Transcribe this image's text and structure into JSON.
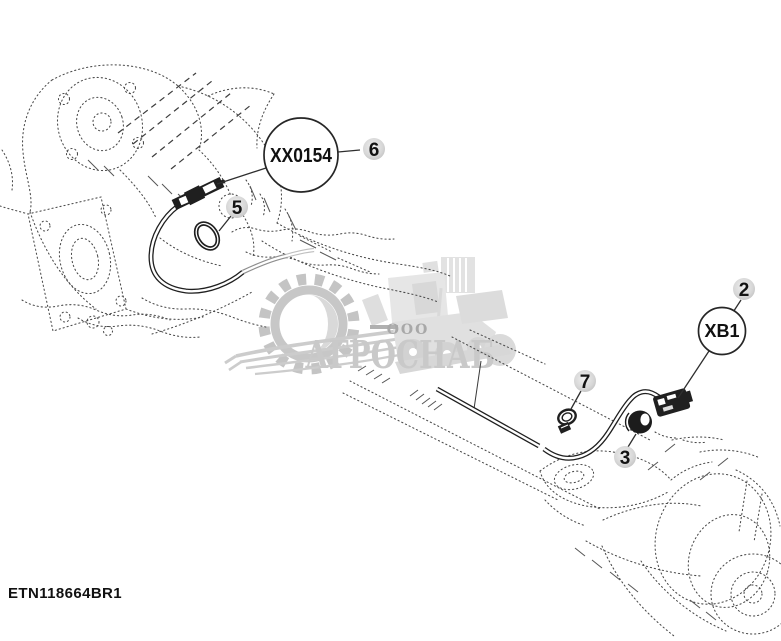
{
  "page": {
    "background_color": "#ffffff",
    "drawing_number": "ETN118664BR1"
  },
  "diagram": {
    "type": "exploded-parts-diagram",
    "line_color": "#1f1f1f",
    "phantom_line_color": "#4a4a4a",
    "callout_circles": {
      "left": {
        "label": "XX0154",
        "item_ref": "6"
      },
      "right": {
        "label": "XB1",
        "item_ref": "2"
      }
    },
    "item_numbers": {
      "item2": "2",
      "item3": "3",
      "item5": "5",
      "item6": "6",
      "item7": "7"
    }
  },
  "watermark": {
    "org_form": "ООО",
    "company_name": "АГРОСНАБ",
    "text_color": "#c9c9c9",
    "org_text_color": "#a8a8a8",
    "gear_color": "#c4c4c4",
    "machine_color": "#e0e0e0"
  }
}
